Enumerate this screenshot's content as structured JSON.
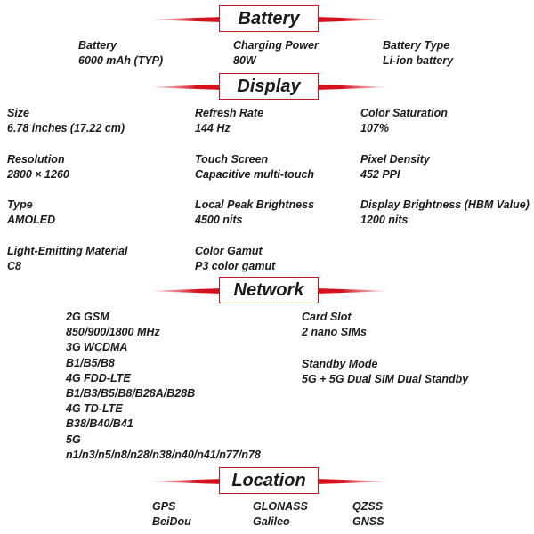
{
  "battery": {
    "title": "Battery",
    "items": [
      {
        "label": "Battery",
        "value": "6000 mAh (TYP)"
      },
      {
        "label": "Charging Power",
        "value": "80W"
      },
      {
        "label": "Battery Type",
        "value": "Li-ion battery"
      }
    ]
  },
  "display": {
    "title": "Display",
    "items": [
      {
        "label": "Size",
        "value": "6.78 inches (17.22 cm)"
      },
      {
        "label": "Refresh Rate",
        "value": "144 Hz"
      },
      {
        "label": "Color Saturation",
        "value": "107%"
      },
      {
        "label": "Resolution",
        "value": "2800 × 1260"
      },
      {
        "label": "Touch Screen",
        "value": "Capacitive multi-touch"
      },
      {
        "label": "Pixel Density",
        "value": "452 PPI"
      },
      {
        "label": "Type",
        "value": "AMOLED"
      },
      {
        "label": "Local Peak Brightness",
        "value": "4500 nits"
      },
      {
        "label": "Display Brightness (HBM Value)",
        "value": "1200 nits"
      },
      {
        "label": "Light-Emitting Material",
        "value": "C8"
      },
      {
        "label": "Color Gamut",
        "value": "P3 color gamut"
      }
    ]
  },
  "network": {
    "title": "Network",
    "bands": [
      "2G GSM",
      "850/900/1800 MHz",
      "3G WCDMA",
      "B1/B5/B8",
      "4G FDD-LTE",
      "B1/B3/B5/B8/B28A/B28B",
      "4G TD-LTE",
      "B38/B40/B41",
      "5G",
      "n1/n3/n5/n8/n28/n38/n40/n41/n77/n78"
    ],
    "card_slot": {
      "label": "Card Slot",
      "value": "2 nano SIMs"
    },
    "standby_mode": {
      "label": "Standby Mode",
      "value": "5G + 5G Dual SIM Dual Standby"
    }
  },
  "location": {
    "title": "Location",
    "columns": [
      [
        "GPS",
        "BeiDou"
      ],
      [
        "GLONASS",
        "Galileo"
      ],
      [
        "QZSS",
        "GNSS"
      ]
    ]
  }
}
